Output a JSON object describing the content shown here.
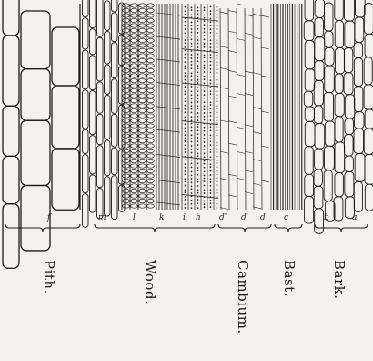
{
  "figure": {
    "letters": {
      "f": "f",
      "m": "m",
      "l": "l",
      "k": "k",
      "i": "i",
      "h": "h",
      "d2": "d″",
      "d1": "d′",
      "d": "d",
      "c": "c",
      "b": "b",
      "a": "a"
    },
    "labels": {
      "pith": "Pith.",
      "wood": "Wood.",
      "cambium": "Cambium.",
      "bast": "Bast.",
      "bark": "Bark."
    },
    "colors": {
      "ink": "#1a1a1a",
      "paper": "#f4f2ec"
    }
  }
}
